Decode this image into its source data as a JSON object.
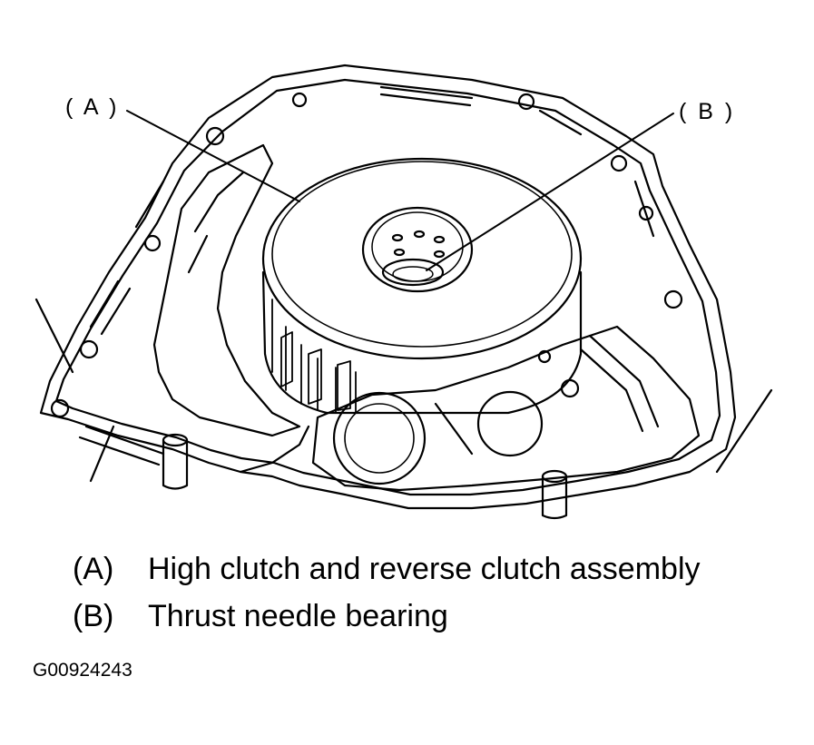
{
  "callouts": {
    "a": "( A )",
    "b": "( B )"
  },
  "legend": [
    {
      "key": "(A)",
      "text": "High clutch and reverse clutch assembly"
    },
    {
      "key": "(B)",
      "text": "Thrust needle bearing"
    }
  ],
  "figure_id": "G00924243",
  "colors": {
    "ink": "#000000",
    "paper": "#ffffff"
  }
}
